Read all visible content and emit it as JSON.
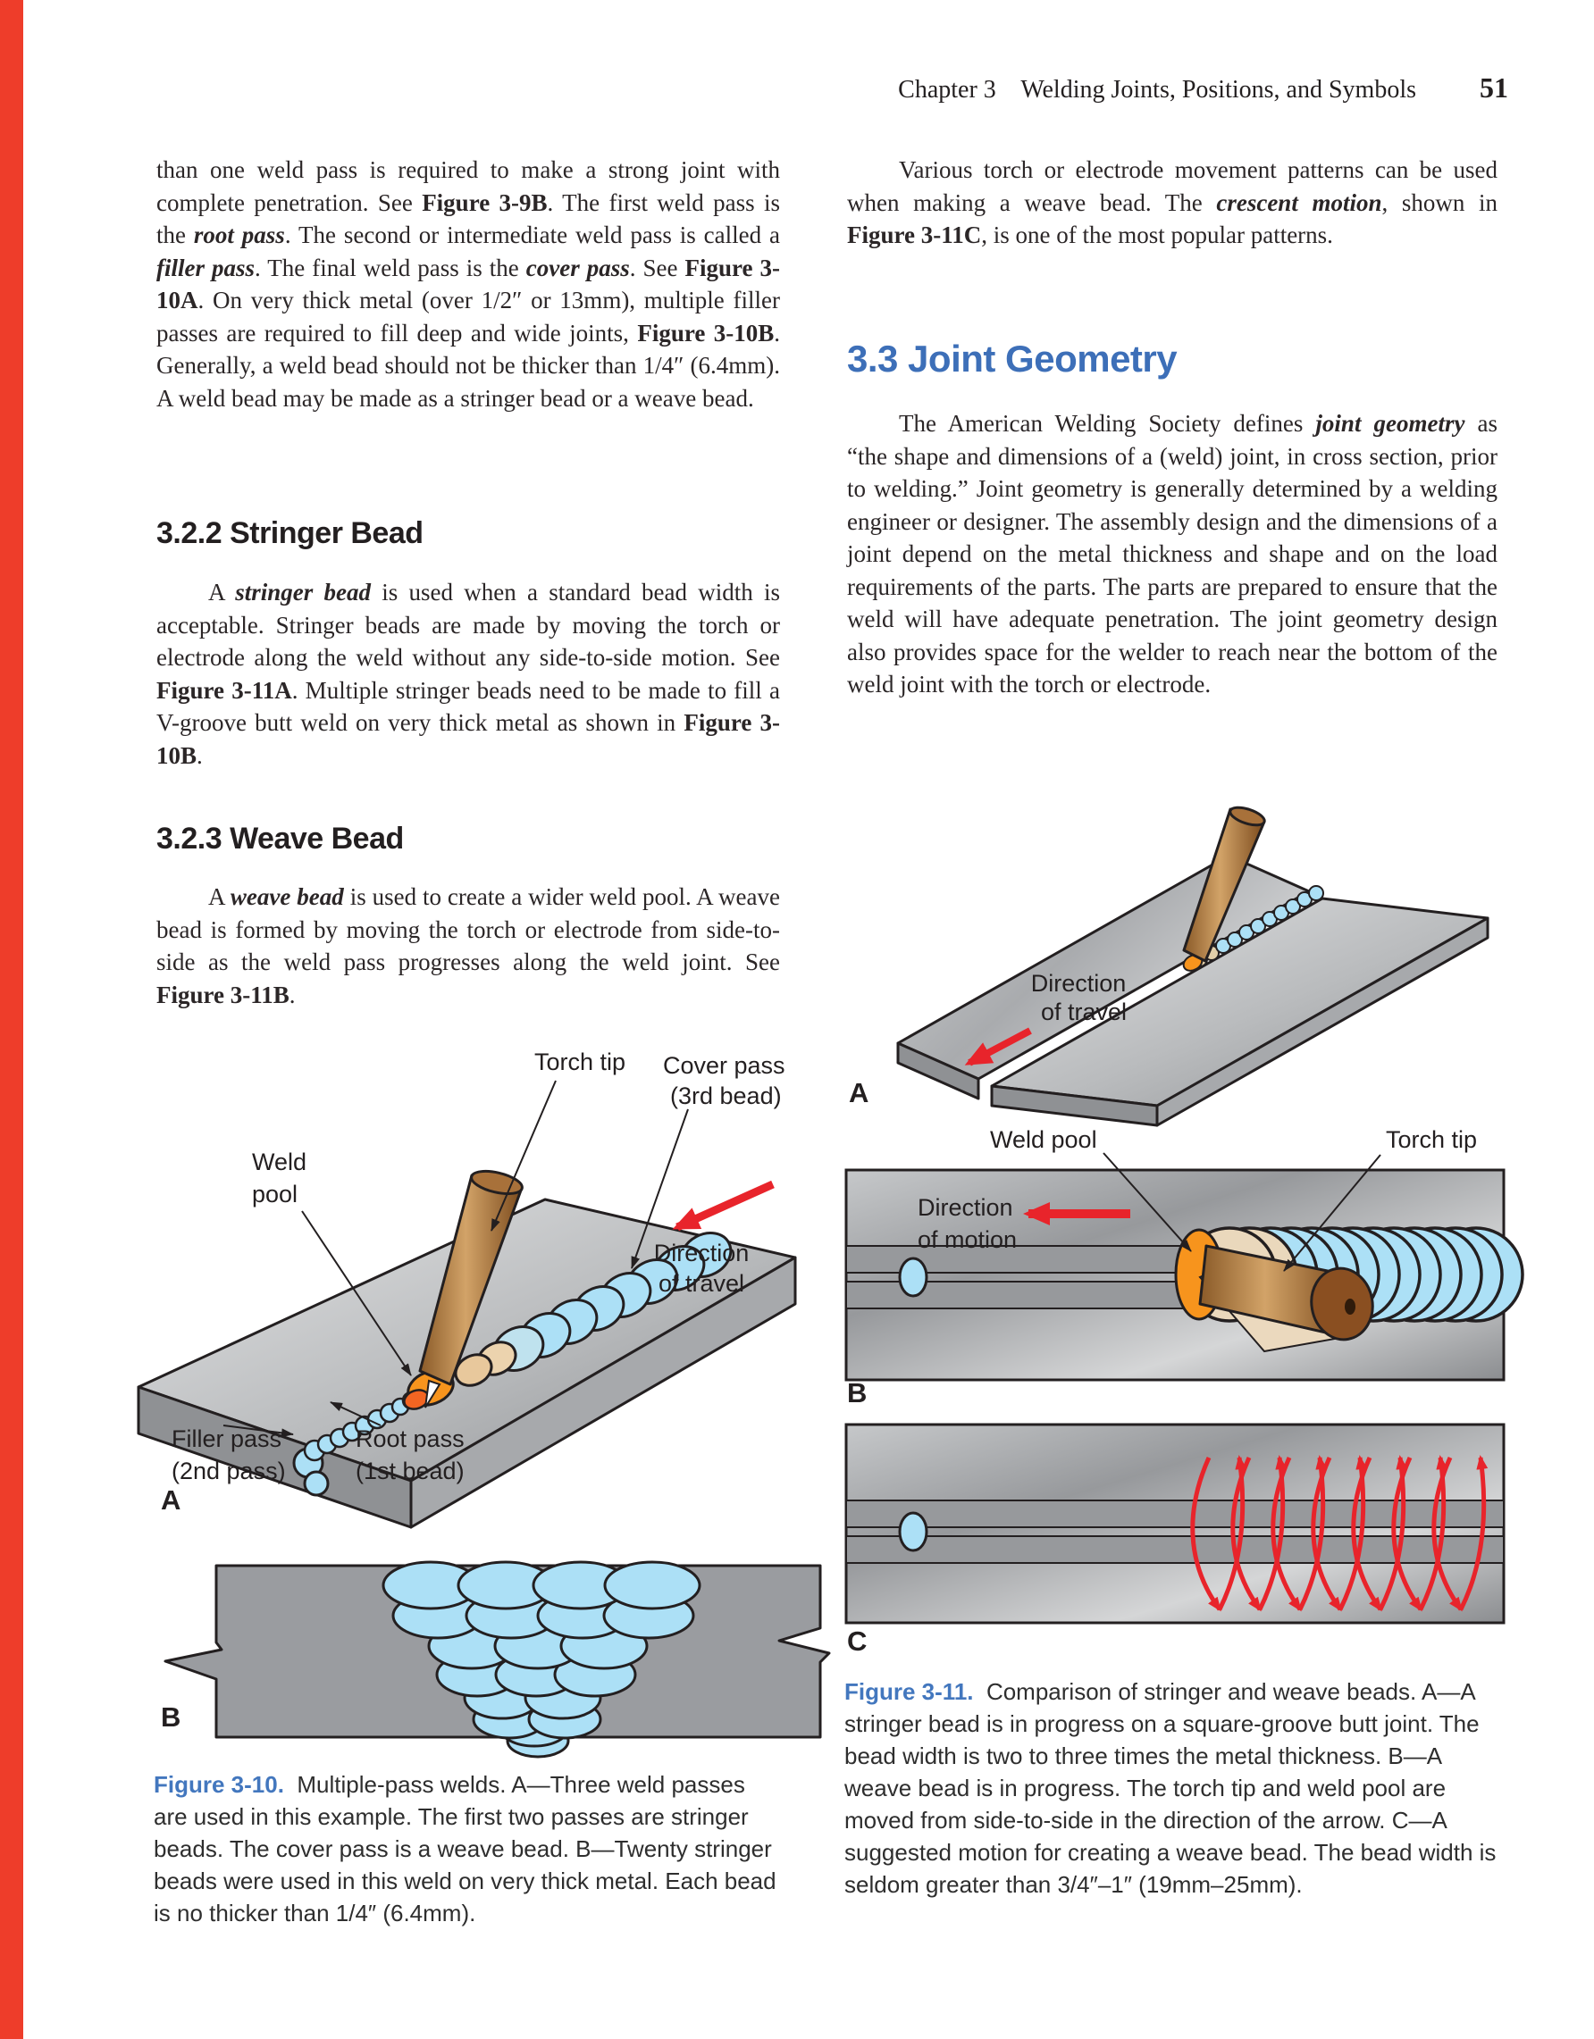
{
  "accent": {
    "heading_blue": "#3D6FB8",
    "caption_blue": "#4377BE",
    "arrow_red": "#E8242B",
    "bead_blue": "#ACE0F6",
    "edge_band_red": "#EE3D2A"
  },
  "header": {
    "chapter": "Chapter 3",
    "title": "Welding Joints, Positions, and Symbols",
    "page_number": "51"
  },
  "left_column": {
    "intro_para": [
      {
        "t": "than one weld pass is required to make a strong joint with complete penetration. See "
      },
      {
        "t": "Figure 3-9B",
        "s": "b"
      },
      {
        "t": ". The first weld pass is the "
      },
      {
        "t": "root pass",
        "s": "bi"
      },
      {
        "t": ". The second or intermediate weld pass is called a "
      },
      {
        "t": "filler pass",
        "s": "bi"
      },
      {
        "t": ". The final weld pass is the "
      },
      {
        "t": "cover pass",
        "s": "bi"
      },
      {
        "t": ". See "
      },
      {
        "t": "Figure 3-10A",
        "s": "b"
      },
      {
        "t": ". On very thick metal (over 1/2″ or 13mm), multiple filler passes are required to fill deep and wide joints, "
      },
      {
        "t": "Figure 3-10B",
        "s": "b"
      },
      {
        "t": ". Generally, a weld bead should not be thicker than 1/4″ (6.4mm). A weld bead may be made as a stringer bead or a weave bead."
      }
    ],
    "section_322": {
      "heading": "3.2.2 Stringer Bead",
      "para": [
        {
          "t": "A "
        },
        {
          "t": "stringer bead",
          "s": "bi"
        },
        {
          "t": " is used when a standard bead width is acceptable. Stringer beads are made by moving the torch or electrode along the weld without any side-to-side motion. See "
        },
        {
          "t": "Figure 3-11A",
          "s": "b"
        },
        {
          "t": ". Multiple stringer beads need to be made to fill a V-groove butt weld on very thick metal as shown in "
        },
        {
          "t": "Figure 3-10B",
          "s": "b"
        },
        {
          "t": "."
        }
      ]
    },
    "section_323": {
      "heading": "3.2.3 Weave Bead",
      "para": [
        {
          "t": "A "
        },
        {
          "t": "weave bead",
          "s": "bi"
        },
        {
          "t": " is used to create a wider weld pool. A weave bead is formed by moving the torch or electrode from side-to-side as the weld pass progresses along the weld joint. See "
        },
        {
          "t": "Figure 3-11B",
          "s": "b"
        },
        {
          "t": "."
        }
      ]
    },
    "figure_310": {
      "labels": {
        "torch_tip": "Torch tip",
        "cover_pass_1": "Cover pass",
        "cover_pass_2": "(3rd bead)",
        "weld_pool_1": "Weld",
        "weld_pool_2": "pool",
        "direction_1": "Direction",
        "direction_2": "of travel",
        "filler_1": "Filler pass",
        "filler_2": "(2nd pass)",
        "root_1": "Root pass",
        "root_2": "(1st bead)",
        "part_a": "A",
        "part_b": "B"
      },
      "caption": [
        {
          "t": "Figure 3-10.",
          "s": "cap"
        },
        {
          "t": "  Multiple-pass welds. A—Three weld passes are used in this example. The first two passes are stringer beads. The cover pass is a weave bead. B—Twenty stringer beads were used in this weld on very thick metal. Each bead is no thicker than 1/4″ (6.4mm)."
        }
      ]
    }
  },
  "right_column": {
    "intro_para": [
      {
        "t": "Various torch or electrode movement patterns can be used when making a weave bead. The "
      },
      {
        "t": "crescent motion",
        "s": "bi"
      },
      {
        "t": ", shown in "
      },
      {
        "t": "Figure 3-11C",
        "s": "b"
      },
      {
        "t": ", is one of the most popular patterns."
      }
    ],
    "section_33": {
      "heading": "3.3 Joint Geometry",
      "para": [
        {
          "t": "The American Welding Society defines "
        },
        {
          "t": "joint geometry",
          "s": "bi"
        },
        {
          "t": " as “the shape and dimensions of a (weld) joint, in cross section, prior to welding.” Joint geometry is generally determined by a welding engineer or designer. The assembly design and the dimensions of a joint depend on the metal thickness and shape and on the load requirements of the parts. The parts are prepared to ensure that the weld will have adequate penetration. The joint geometry design also provides space for the welder to reach near the bottom of the weld joint with the torch or electrode."
        }
      ]
    },
    "figure_311": {
      "labels": {
        "a_direction_1": "Direction",
        "a_direction_2": "of travel",
        "b_weld_pool": "Weld pool",
        "b_torch_tip": "Torch tip",
        "b_direction_1": "Direction",
        "b_direction_2": "of motion",
        "part_a": "A",
        "part_b": "B",
        "part_c": "C"
      },
      "caption": [
        {
          "t": "Figure 3-11.",
          "s": "cap"
        },
        {
          "t": "  Comparison of stringer and weave beads. A—A stringer bead is in progress on a square-groove butt joint. The bead width is two to three times the metal thickness. B—A weave bead is in progress. The torch tip and weld pool are moved from side-to-side in the direction of the arrow. C—A suggested motion for creating a weave bead. The bead width is seldom greater than 3/4″–1″ (19mm–25mm)."
        }
      ]
    }
  }
}
